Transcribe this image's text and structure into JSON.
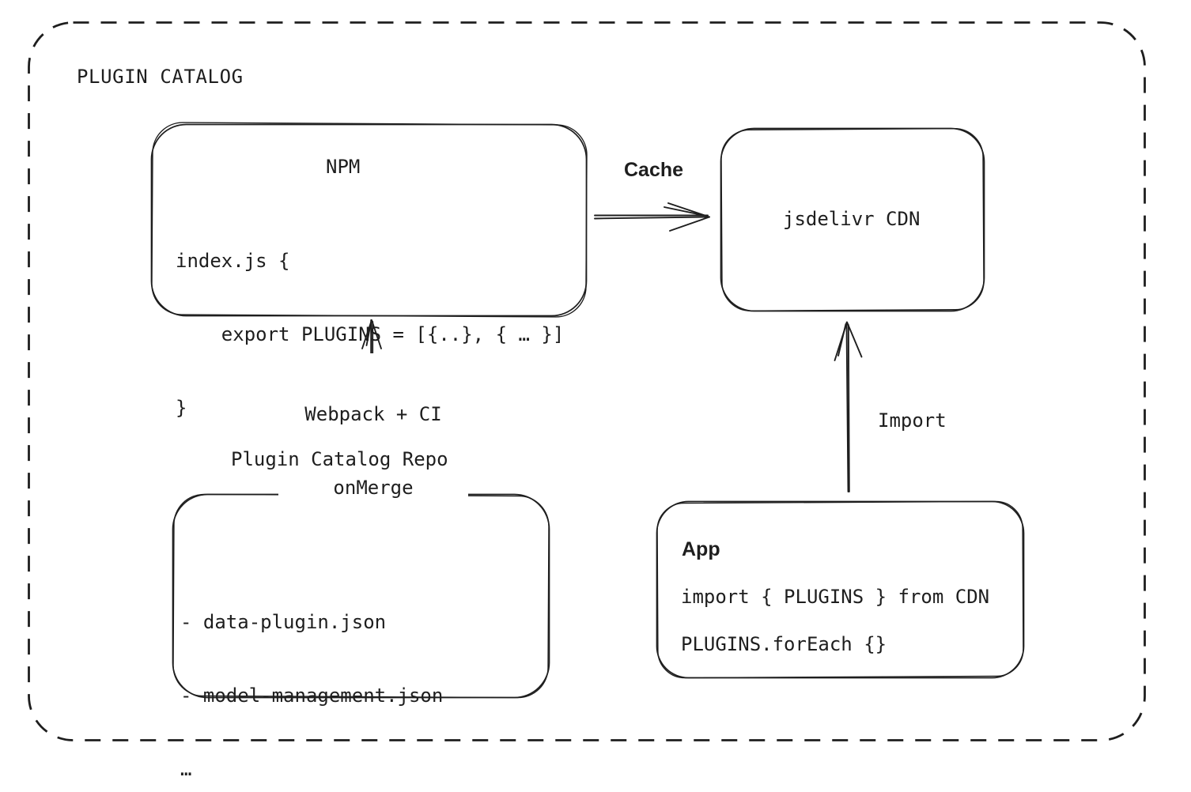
{
  "title": "PLUGIN CATALOG",
  "npm": {
    "title": "NPM",
    "code": [
      "index.js {",
      "    export PLUGINS = [{..}, { … }]",
      "}"
    ]
  },
  "cdn": {
    "label": "jsdelivr CDN"
  },
  "repo": {
    "label": "Plugin Catalog Repo",
    "files": [
      "- data-plugin.json",
      "- model-management.json",
      "…"
    ]
  },
  "app": {
    "title": "App",
    "lines": [
      "import { PLUGINS } from CDN",
      "PLUGINS.forEach {}"
    ]
  },
  "edges": {
    "cache_label": "Cache",
    "build_label": [
      "Webpack + CI",
      "onMerge"
    ],
    "import_label": "Import"
  },
  "colors": {
    "stroke": "#1e1e1e",
    "background": "#ffffff"
  }
}
